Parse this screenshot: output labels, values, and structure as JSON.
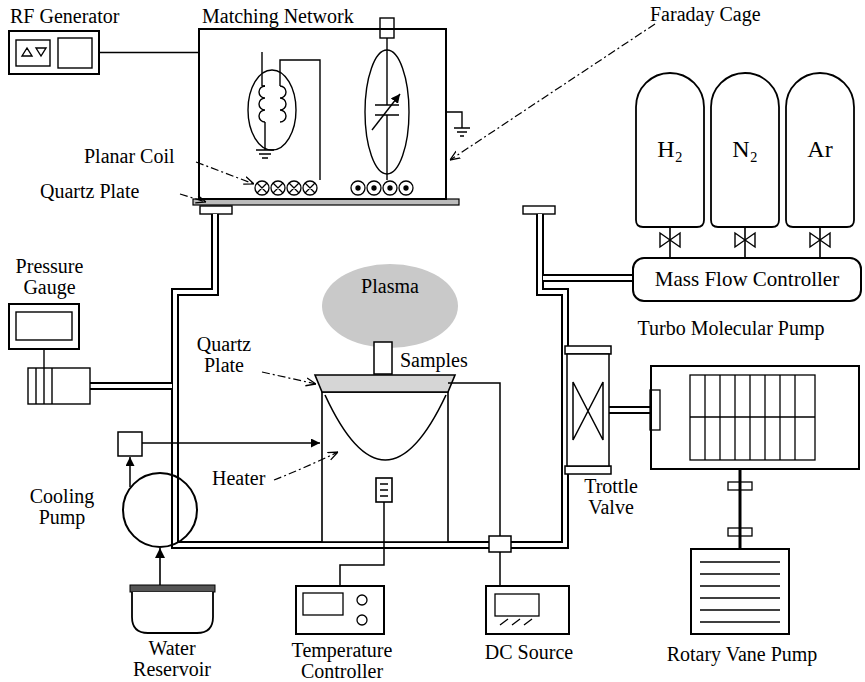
{
  "diagram": {
    "nodes": [
      {
        "text": [
          "RF Generator"
        ]
      },
      {
        "text": [
          "Matching Network"
        ]
      },
      {
        "text": [
          "H₂"
        ]
      },
      {
        "text": [
          "N₂"
        ]
      },
      {
        "text": [
          "Ar"
        ]
      },
      {
        "text": [
          "Mass Flow Controller"
        ]
      },
      {
        "text": [
          "Pressure Gauge"
        ]
      },
      {
        "text": [
          "Plasma"
        ]
      },
      {
        "text": [
          "Turbo Molecular Pump"
        ]
      },
      {
        "text": [
          "Cooling Pump"
        ]
      },
      {
        "text": [
          "Water Reservoir"
        ]
      },
      {
        "text": [
          "Temperature Controller"
        ]
      },
      {
        "text": [
          "DC Source"
        ]
      },
      {
        "text": [
          "Rotary Vane Pump"
        ]
      }
    ],
    "edges": [
      {
        "from": 0,
        "to": 1,
        "arrow": "none"
      },
      {
        "from": 2,
        "to": 5,
        "arrow": "none"
      },
      {
        "from": 3,
        "to": 5,
        "arrow": "none"
      },
      {
        "from": 4,
        "to": 5,
        "arrow": "none"
      },
      {
        "from": 10,
        "to": 9,
        "arrow": "to"
      },
      {
        "from": 13,
        "to": 8,
        "arrow": "none"
      }
    ],
    "labels": [
      "Faraday Cage",
      "Planar Coil",
      "Quartz Plate",
      "Samples",
      "Quartz Plate",
      "Heater",
      "Trottle Valve"
    ]
  }
}
